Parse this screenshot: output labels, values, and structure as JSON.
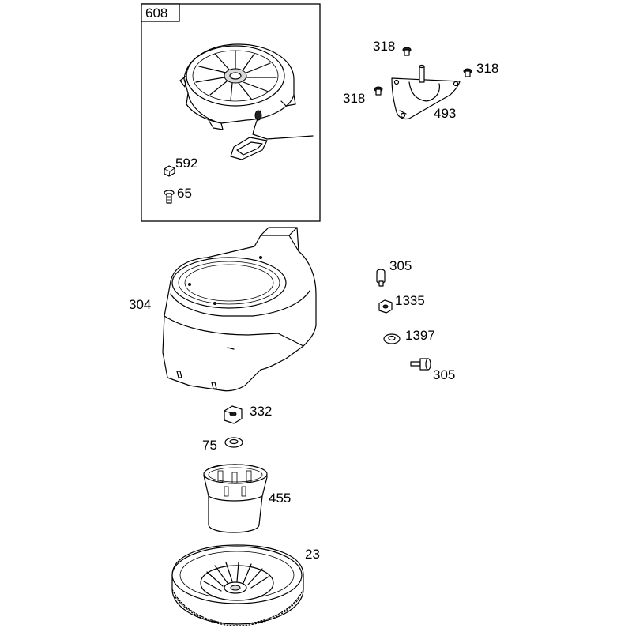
{
  "parts": {
    "p608": "608",
    "p592": "592",
    "p65": "65",
    "p318a": "318",
    "p318b": "318",
    "p318c": "318",
    "p493": "493",
    "p304": "304",
    "p305a": "305",
    "p1335": "1335",
    "p1397": "1397",
    "p305b": "305",
    "p332": "332",
    "p75": "75",
    "p455": "455",
    "p23": "23"
  }
}
